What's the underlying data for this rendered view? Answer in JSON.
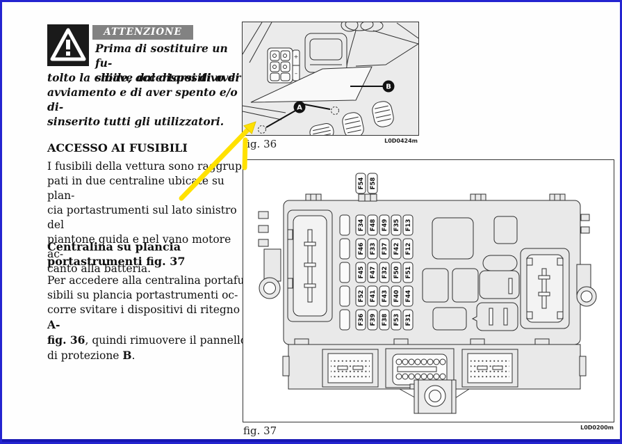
{
  "warning": {
    "title": "ATTENZIONE",
    "text_first": "Prima di sostituire un fu-\nsibile, accertarsi di aver",
    "text_rest": "tolto la chiave dal dispositivo di\navviamento e di aver spento e/o di-\nsinserito tutti gli utilizzatori."
  },
  "sections": {
    "access": {
      "heading": "ACCESSO AI FUSIBILI",
      "body": "I fusibili della vettura sono raggrup-\npati in due centraline ubicate su plan-\ncia portastrumenti sul lato sinistro del\npiantone guida e nel vano motore ac-\ncanto alla batteria."
    },
    "centralina": {
      "heading": "Centralina su plancia\nportastrumenti fig. 37",
      "body_s1": "Per accedere alla centralina portafu-\nsibili su plancia portastrumenti oc-\ncorre svitare i dispositivi di ritegno ",
      "body_bold1": "A-\nfig. 36",
      "body_s2": ", quindi rimuovere il pannello\ndi protezione ",
      "body_bold2": "B",
      "body_s3": "."
    }
  },
  "figure36": {
    "caption": "fig. 36",
    "code": "L0D0424m",
    "label_a": "A",
    "label_b": "B",
    "plus": "+",
    "minus": "–"
  },
  "figure37": {
    "caption": "fig. 37",
    "code": "L0D0200m",
    "top_fuses": [
      "F54",
      "F58"
    ],
    "fuse_grid": [
      [
        "F34",
        "F48",
        "F49",
        "F35",
        "F13"
      ],
      [
        "F46",
        "F33",
        "F37",
        "F42",
        "F12"
      ],
      [
        "F45",
        "F47",
        "F32",
        "F50",
        "F51"
      ],
      [
        "F52",
        "F41",
        "F43",
        "F40",
        "F44"
      ],
      [
        "F36",
        "F39",
        "F38",
        "F53",
        "F31"
      ]
    ]
  },
  "colors": {
    "page_border": "#2424d0",
    "bottom_bar": "#1717b3",
    "warning_bar": "#828282",
    "arrow_yellow": "#ffe100"
  }
}
